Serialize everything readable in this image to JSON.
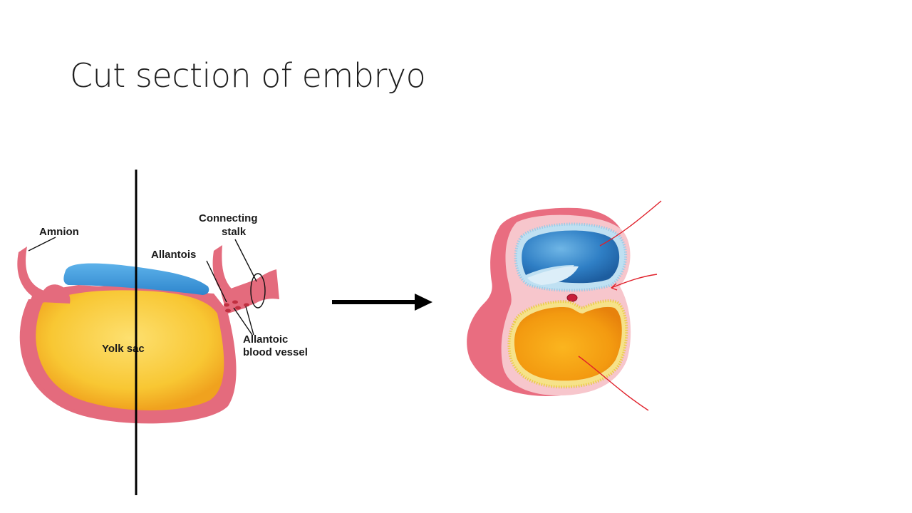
{
  "slide": {
    "title": "Cut section of embryo"
  },
  "diagram_left": {
    "labels": {
      "amnion": "Amnion",
      "connecting_stalk_line1": "Connecting",
      "connecting_stalk_line2": "stalk",
      "allantois": "Allantois",
      "allantoic_vessel_line1": "Allantoic",
      "allantoic_vessel_line2": "blood vessel",
      "yolk_sac": "Yolk sac"
    }
  },
  "colors": {
    "amnion_pink": "#e0707e",
    "amniotic_blue": "#3a8ecf",
    "yolk_yellow": "#f7c431",
    "cut_line": "#000000",
    "annotation_red": "#e0202a"
  }
}
